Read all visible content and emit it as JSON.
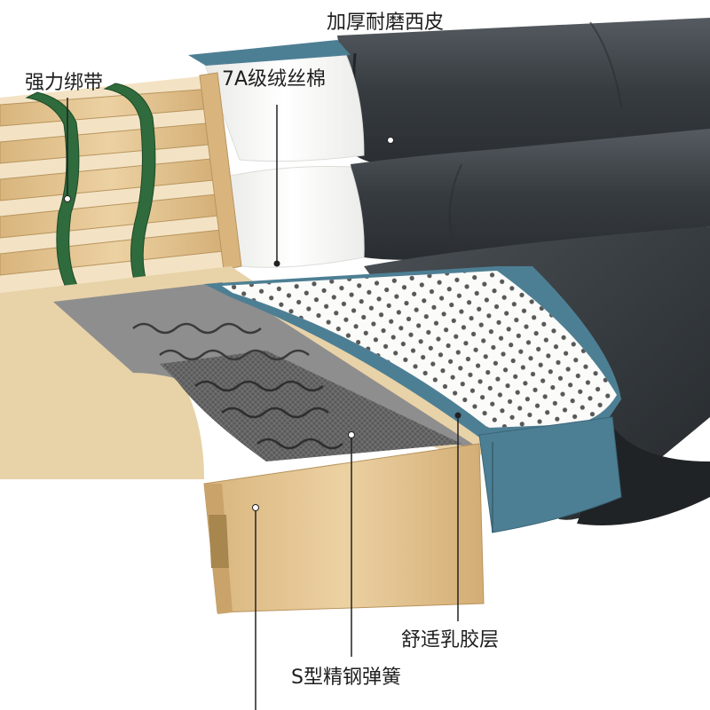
{
  "labels": {
    "leather": "加厚耐磨西皮",
    "cotton": "7A级绒丝棉",
    "straps": "强力绑带",
    "latex": "舒适乳胶层",
    "springs": "S型精钢弹簧"
  },
  "colors": {
    "leather_dark": "#2f3438",
    "leather_mid": "#454b50",
    "leather_light": "#6a7075",
    "wood": "#e3c38e",
    "wood_dark": "#b8945e",
    "wood_light": "#efd6a8",
    "strap_green": "#2f6b3c",
    "teal_base": "#4d7f94",
    "foam_white": "#f7f7f5",
    "latex_white": "#fbfbf9",
    "spring_gray": "#4a4a4a",
    "leader_line": "#222222"
  }
}
